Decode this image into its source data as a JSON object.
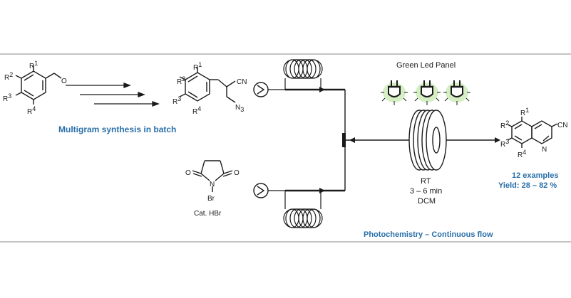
{
  "labels": {
    "batch_caption": "Multigram synthesis in batch",
    "led_panel": "Green Led Panel",
    "flow_caption": "Photochemistry – Continuous flow",
    "examples": "12 examples",
    "yield": "Yield: 28 – 82 %",
    "rt": "RT",
    "time": "3 – 6 min",
    "solvent": "DCM",
    "catalyst": "Cat. HBr"
  },
  "molecules": {
    "aldehyde": {
      "r1": "R",
      "r1n": "1",
      "r2": "R",
      "r2n": "2",
      "r3": "R",
      "r3n": "3",
      "r4": "R",
      "r4n": "4",
      "o": "O"
    },
    "azide": {
      "r1": "R",
      "r1n": "1",
      "r2": "R",
      "r2n": "2",
      "r3": "R",
      "r3n": "3",
      "r4": "R",
      "r4n": "4",
      "cn": "CN",
      "n3": "N",
      "n3n": "3"
    },
    "nbs": {
      "o_left": "O",
      "o_right": "O",
      "n": "N",
      "br": "Br"
    },
    "product": {
      "r1": "R",
      "r1n": "1",
      "r2": "R",
      "r2n": "2",
      "r3": "R",
      "r3n": "3",
      "r4": "R",
      "r4n": "4",
      "cn": "CN",
      "n": "N"
    }
  },
  "colors": {
    "accent": "#2a6fa8",
    "led_glow": "#4caf2a",
    "line": "#1a1a1a"
  }
}
